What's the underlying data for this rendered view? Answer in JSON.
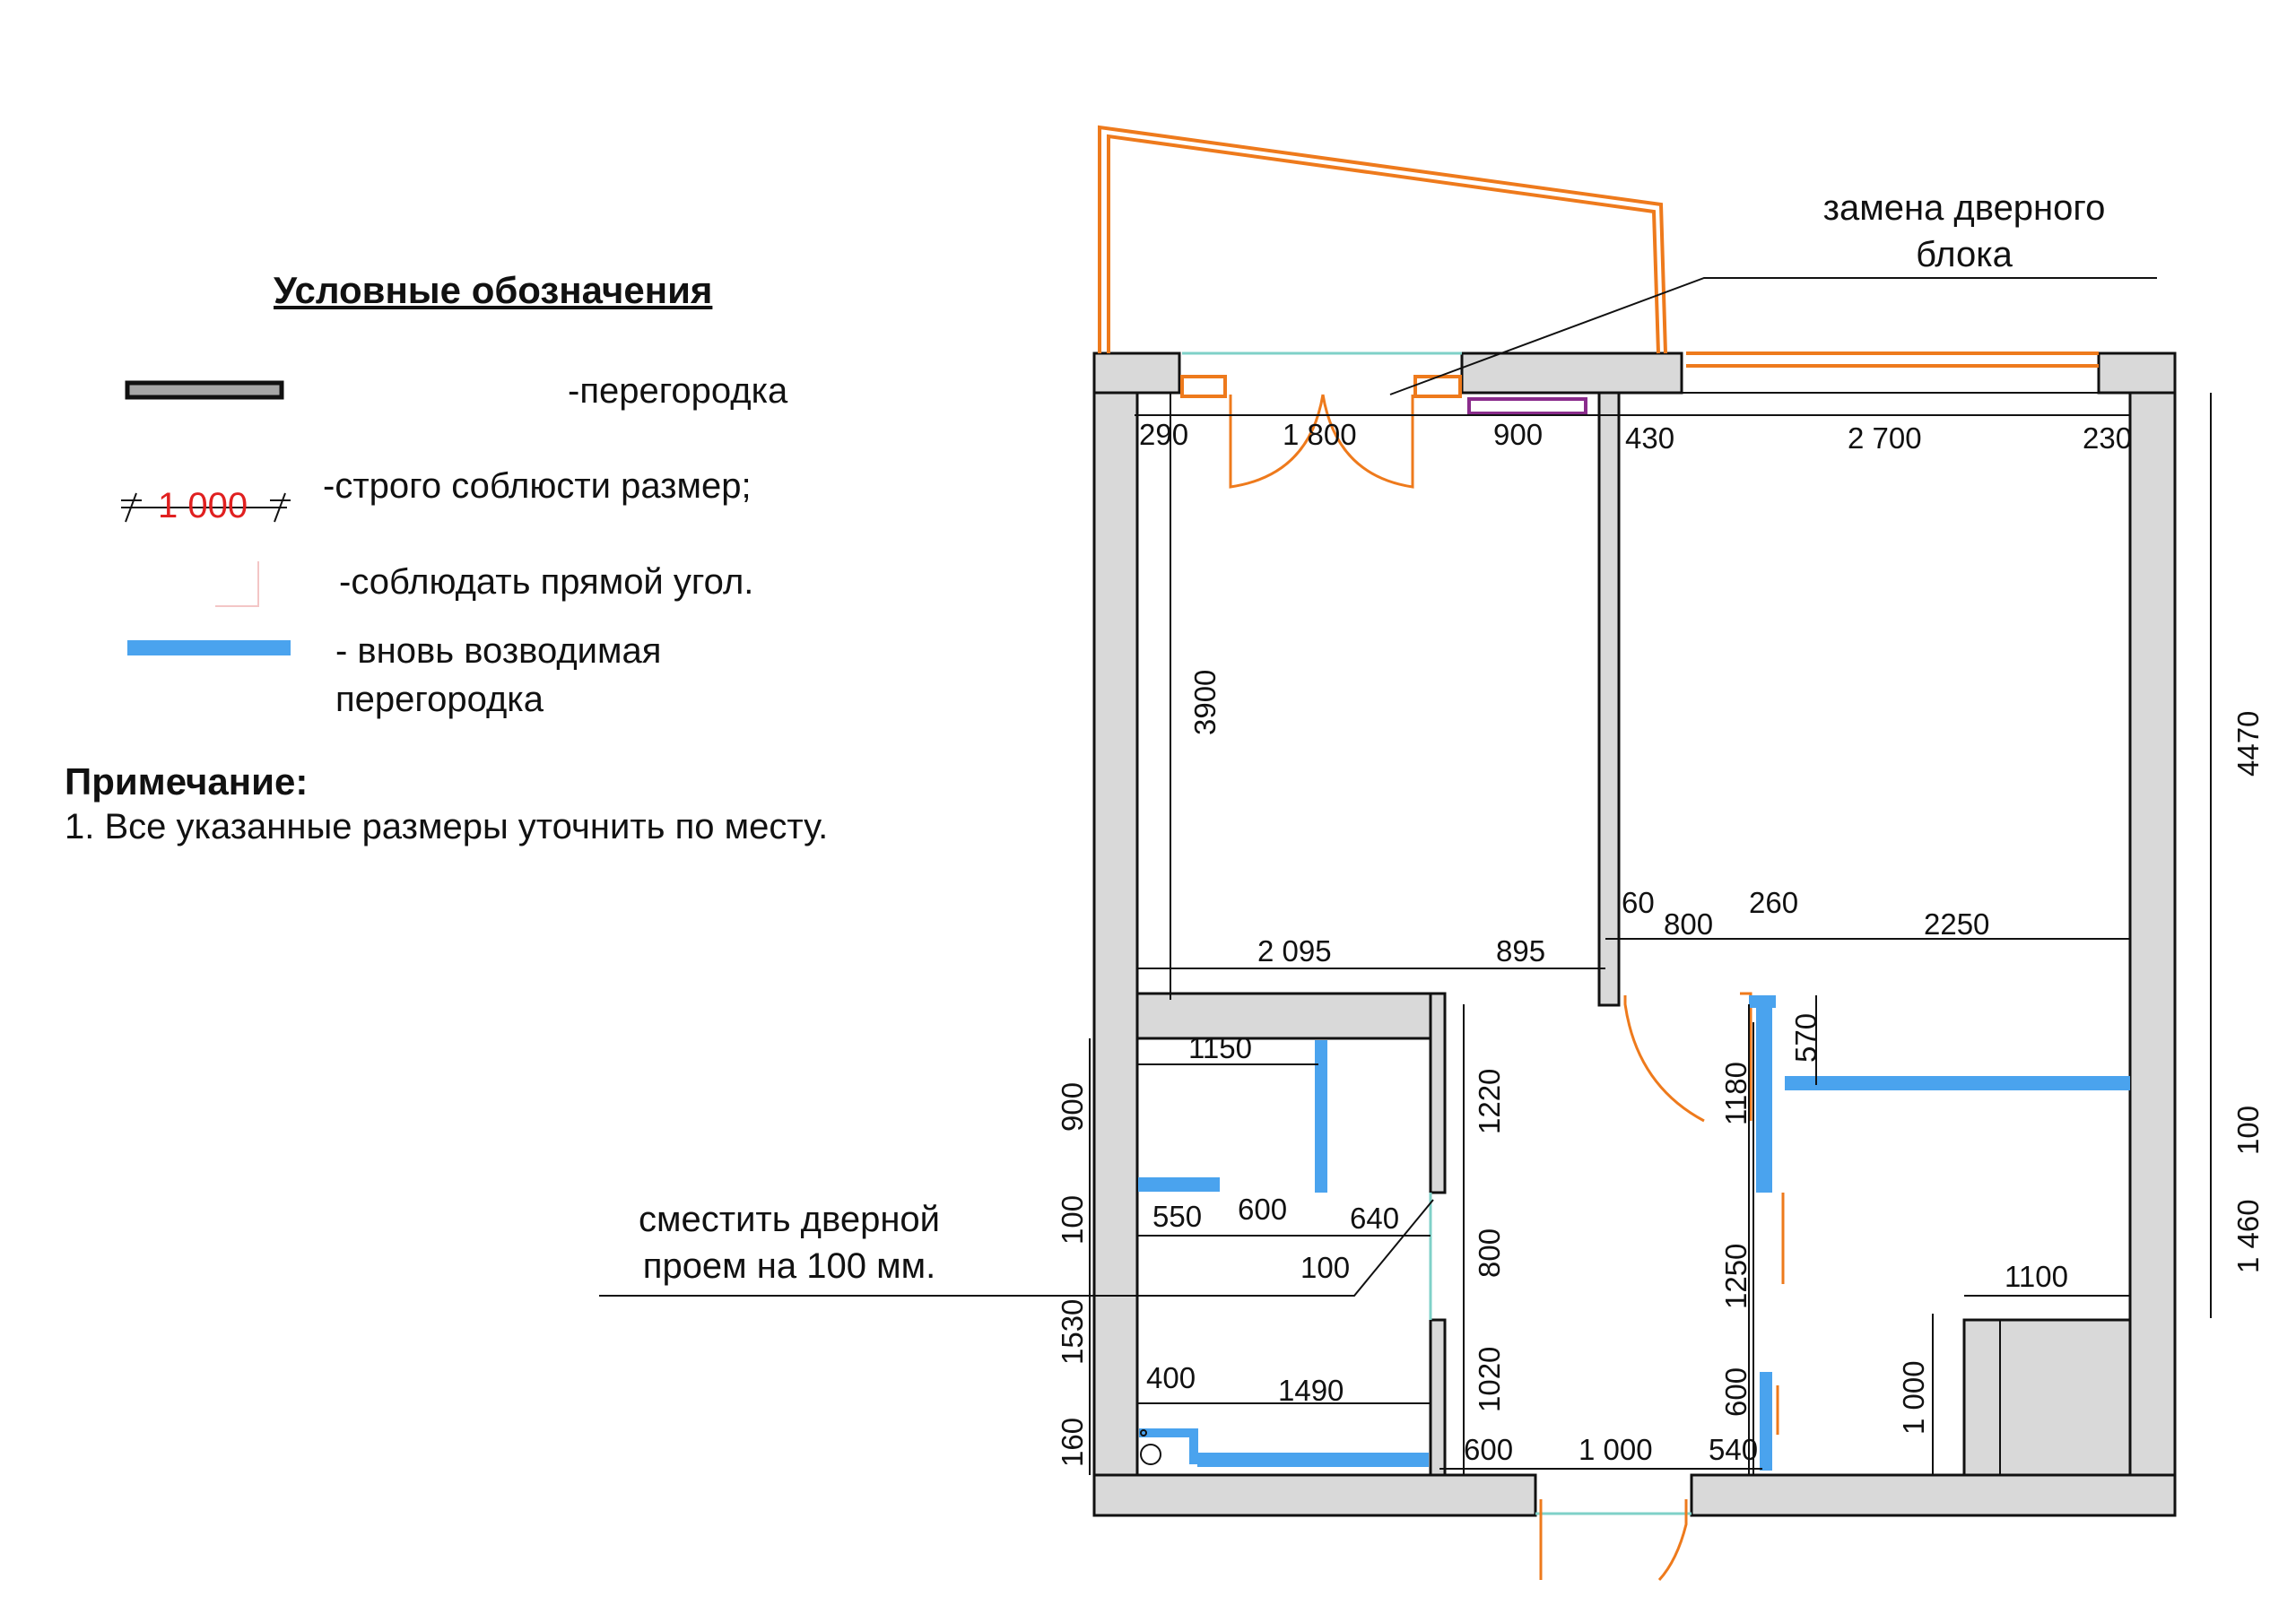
{
  "legend": {
    "title": "Условные обозначения",
    "partition_label": "-перегородка",
    "strict_size_sample": "1 000",
    "strict_size_label": "-строго соблюсти размер;",
    "right_angle_label": "-соблюдать прямой угол.",
    "new_partition_label_line1": "- вновь возводимая",
    "new_partition_label_line2": "перегородка"
  },
  "note": {
    "title": "Примечание:",
    "text": "1. Все указанные размеры уточнить по месту."
  },
  "callouts": {
    "door_replace_line1": "замена дверного",
    "door_replace_line2": "блока",
    "door_shift_line1": "сместить дверной",
    "door_shift_line2": "проем на 100 мм."
  },
  "dimensions": {
    "top_290": "290",
    "top_1800": "1 800",
    "top_900": "900",
    "top_430": "430",
    "top_2700": "2 700",
    "top_230": "230",
    "room_height_3900": "3900",
    "right_4470": "4470",
    "right_100": "100",
    "right_1460": "1 460",
    "mid_2095": "2 095",
    "mid_895": "895",
    "mid_60": "60",
    "mid_800": "800",
    "mid_260": "260",
    "mid_2250": "2250",
    "bath_1150": "1150",
    "left_900": "900",
    "left_100": "100",
    "left_1530": "1530",
    "left_160": "160",
    "bath_550": "550",
    "bath_600": "600",
    "bath_640": "640",
    "bath_100": "100",
    "corr_1220": "1220",
    "corr_800": "800",
    "corr_1020": "1020",
    "bath_400": "400",
    "bath_1490": "1490",
    "bottom_600": "600",
    "bottom_1000": "1 000",
    "bottom_540": "540",
    "hall_570": "570",
    "hall_1180": "1180",
    "hall_1250": "1250",
    "hall_600": "600",
    "kitchen_1100": "1100",
    "kitchen_1000": "1 000"
  },
  "colors": {
    "wall_fill": "#d9d9d9",
    "new_partition": "#4aa3ee",
    "balcony": "#ee7a1c",
    "door": "#ee7a1c",
    "radiator": "#8a2c8c",
    "glazing": "#7fd1c8",
    "strict_dimension": "#e02020"
  }
}
